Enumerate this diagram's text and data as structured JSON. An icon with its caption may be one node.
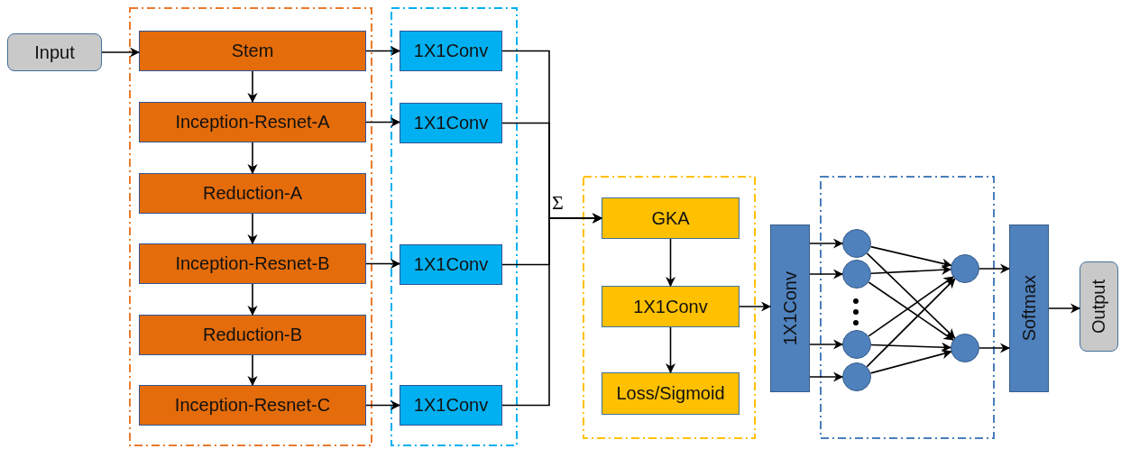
{
  "diagram": {
    "nodes": [
      {
        "text": [
          "Input"
        ]
      },
      {
        "text": [],
        "shape": "box"
      },
      {
        "text": [
          "Stem"
        ],
        "in": 1
      },
      {
        "text": [
          "Inception-Resnet-A"
        ],
        "in": 1
      },
      {
        "text": [
          "Reduction-A"
        ],
        "in": 1
      },
      {
        "text": [
          "Inception-Resnet-B"
        ],
        "in": 1
      },
      {
        "text": [
          "Reduction-B"
        ],
        "in": 1
      },
      {
        "text": [
          "Inception-Resnet-C"
        ],
        "in": 1
      },
      {
        "text": [],
        "shape": "box"
      },
      {
        "text": [
          "1X1Conv"
        ],
        "in": 8
      },
      {
        "text": [
          "1X1Conv"
        ],
        "in": 8
      },
      {
        "text": [
          "1X1Conv"
        ],
        "in": 8
      },
      {
        "text": [
          "1X1Conv"
        ],
        "in": 8
      },
      {
        "text": [],
        "shape": "box"
      },
      {
        "text": [
          "GKA"
        ],
        "in": 13
      },
      {
        "text": [
          "1X1Conv"
        ],
        "in": 13
      },
      {
        "text": [
          "Loss/Sigmoid"
        ],
        "in": 13
      },
      {
        "text": [
          "1X1Conv"
        ]
      },
      {
        "text": [],
        "shape": "box"
      },
      {
        "text": [],
        "shape": "circle",
        "in": 18
      },
      {
        "text": [],
        "shape": "circle",
        "in": 18
      },
      {
        "text": [],
        "shape": "circle",
        "in": 18
      },
      {
        "text": [],
        "shape": "circle",
        "in": 18
      },
      {
        "text": [],
        "shape": "circle",
        "in": 18
      },
      {
        "text": [],
        "shape": "circle",
        "in": 18
      },
      {
        "text": [
          "Softmax"
        ]
      },
      {
        "text": [
          "Output"
        ]
      }
    ],
    "edges": [
      {
        "from": 0,
        "to": 2,
        "arrow": "to"
      },
      {
        "from": 2,
        "to": 3,
        "arrow": "to"
      },
      {
        "from": 3,
        "to": 4,
        "arrow": "to"
      },
      {
        "from": 4,
        "to": 5,
        "arrow": "to"
      },
      {
        "from": 5,
        "to": 6,
        "arrow": "to"
      },
      {
        "from": 6,
        "to": 7,
        "arrow": "to"
      },
      {
        "from": 2,
        "to": 9,
        "arrow": "to"
      },
      {
        "from": 3,
        "to": 10,
        "arrow": "to"
      },
      {
        "from": 5,
        "to": 11,
        "arrow": "to"
      },
      {
        "from": 7,
        "to": 12,
        "arrow": "to"
      },
      {
        "from": 9,
        "to": 14,
        "arrow": "to"
      },
      {
        "from": 10,
        "to": 14,
        "arrow": "to"
      },
      {
        "from": 11,
        "to": 14,
        "arrow": "to"
      },
      {
        "from": 12,
        "to": 14,
        "arrow": "to"
      },
      {
        "from": 14,
        "to": 15,
        "arrow": "to"
      },
      {
        "from": 15,
        "to": 16,
        "arrow": "to"
      },
      {
        "from": 15,
        "to": 17,
        "arrow": "to"
      },
      {
        "from": 17,
        "to": 19,
        "arrow": "to"
      },
      {
        "from": 17,
        "to": 20,
        "arrow": "to"
      },
      {
        "from": 17,
        "to": 21,
        "arrow": "to"
      },
      {
        "from": 17,
        "to": 22,
        "arrow": "to"
      },
      {
        "from": 19,
        "to": 23,
        "arrow": "to"
      },
      {
        "from": 19,
        "to": 24,
        "arrow": "to"
      },
      {
        "from": 20,
        "to": 23,
        "arrow": "to"
      },
      {
        "from": 20,
        "to": 24,
        "arrow": "to"
      },
      {
        "from": 21,
        "to": 23,
        "arrow": "to"
      },
      {
        "from": 21,
        "to": 24,
        "arrow": "to"
      },
      {
        "from": 22,
        "to": 23,
        "arrow": "to"
      },
      {
        "from": 22,
        "to": 24,
        "arrow": "to"
      },
      {
        "from": 23,
        "to": 25,
        "arrow": "to"
      },
      {
        "from": 24,
        "to": 25,
        "arrow": "to"
      },
      {
        "from": 25,
        "to": 26,
        "arrow": "to"
      }
    ],
    "labels": [
      "Σ"
    ]
  }
}
